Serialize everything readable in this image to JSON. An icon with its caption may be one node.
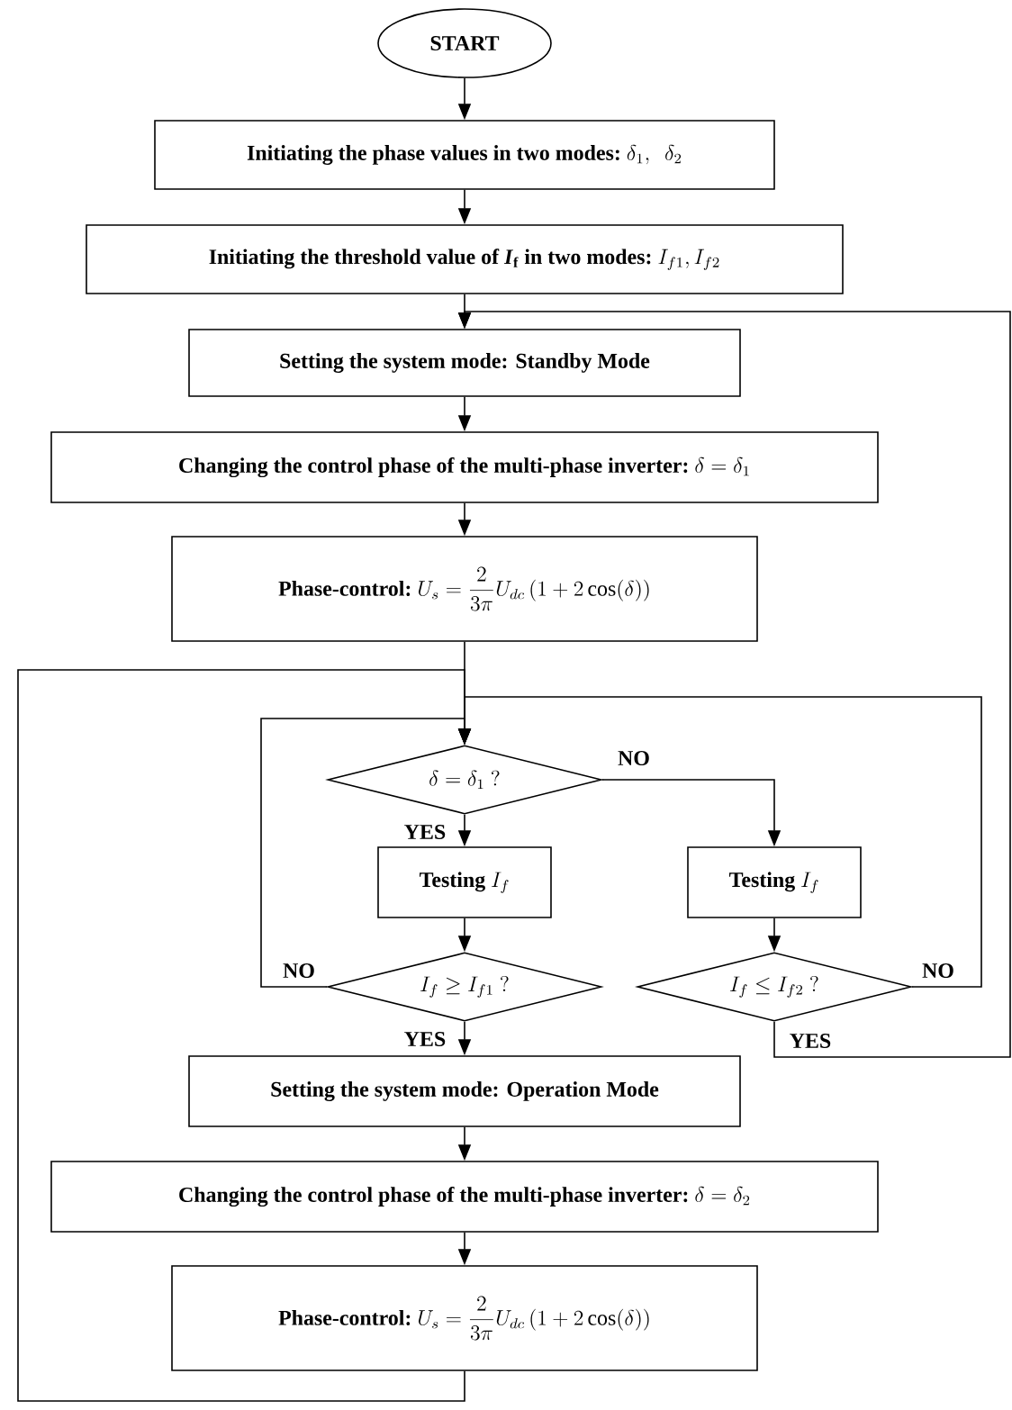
{
  "diagram": {
    "nodes": [
      {
        "text": [
          "START"
        ]
      },
      {
        "text": [
          "Initiating the phase values in two modes:",
          "\\delta_1,\\ \\ \\delta_2"
        ]
      },
      {
        "text": [
          "Initiating the threshold value of *I*$_{f}$ in two modes:",
          "I_{f1}, I_{f2}"
        ]
      },
      {
        "text": [
          "Setting the system mode: Standby Mode"
        ]
      },
      {
        "text": [
          "Changing the control phase of the multi-phase inverter:",
          "\\delta=\\delta_1"
        ]
      },
      {
        "text": [
          "Phase-control:",
          "U_s=\\frac{2}{3\\pi}U_{dc}\\left(1+2\\cos(\\delta)\\right)"
        ]
      },
      {
        "text": [
          "\\delta=\\delta_1\\ \\mathbf{?}"
        ]
      },
      {
        "text": [
          "Testing",
          "I_f"
        ]
      },
      {
        "text": [
          "Testing",
          "I_f"
        ]
      },
      {
        "text": [
          "I_f\\geq I_{f1}\\ \\mathbf{?}"
        ]
      },
      {
        "text": [
          "I_f\\leq I_{f2}\\ \\mathbf{?}"
        ]
      },
      {
        "text": [
          "Setting the system mode: Operation Mode"
        ]
      },
      {
        "text": [
          "Changing the control phase of the multi-phase inverter:",
          "\\delta=\\delta_2"
        ]
      },
      {
        "text": [
          "Phase-control:",
          "U_s=\\frac{2}{3\\pi}U_{dc}\\left(1+2\\cos(\\delta)\\right)"
        ]
      }
    ],
    "edges": [
      {
        "from": 0,
        "to": 1,
        "arrow": "to"
      },
      {
        "from": 1,
        "to": 2,
        "arrow": "to"
      },
      {
        "from": 2,
        "to": 3,
        "arrow": "to"
      },
      {
        "from": 3,
        "to": 4,
        "arrow": "to"
      },
      {
        "from": 4,
        "to": 5,
        "arrow": "to"
      },
      {
        "from": 5,
        "to": 6,
        "arrow": "to"
      },
      {
        "from": 6,
        "to": 7,
        "arrow": "to",
        "label": "YES"
      },
      {
        "from": 6,
        "to": 8,
        "arrow": "to",
        "label": "NO"
      },
      {
        "from": 7,
        "to": 9,
        "arrow": "to"
      },
      {
        "from": 8,
        "to": 10,
        "arrow": "to"
      },
      {
        "from": 9,
        "to": 11,
        "arrow": "to",
        "label": "YES"
      },
      {
        "from": 9,
        "to": 6,
        "arrow": "to",
        "label": "NO"
      },
      {
        "from": 10,
        "to": 6,
        "arrow": "to",
        "label": "NO"
      },
      {
        "from": 10,
        "to": 3,
        "arrow": "to",
        "label": "YES"
      },
      {
        "from": 11,
        "to": 12,
        "arrow": "to"
      },
      {
        "from": 12,
        "to": 13,
        "arrow": "to"
      },
      {
        "from": 13,
        "to": 6,
        "arrow": "to"
      }
    ]
  }
}
